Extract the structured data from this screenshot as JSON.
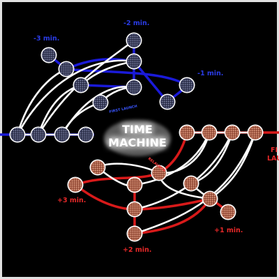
{
  "title": {
    "line1": "TIME",
    "line2": "MACHINE"
  },
  "labels": {
    "minus3": "-3 min.",
    "minus2": "-2 min.",
    "minus1": "-1 min.",
    "first_launch_path": "FIRST LAUNCH",
    "first_launch_edge_line1": "FI",
    "first_launch_edge_line2": "LAU",
    "relaunch_path": "RELAUNCH",
    "plus3": "+3 min.",
    "plus2": "+2 min.",
    "plus1": "+1 min."
  },
  "colors": {
    "background": "#000000",
    "past_track": "#1a1ad8",
    "future_track": "#d81a1a",
    "connector": "#ffffff",
    "past_node": "#3b3f60",
    "future_node": "#b8705a"
  },
  "icons": {
    "past_node": "blue-snapshot-node",
    "future_node": "red-snapshot-node"
  }
}
